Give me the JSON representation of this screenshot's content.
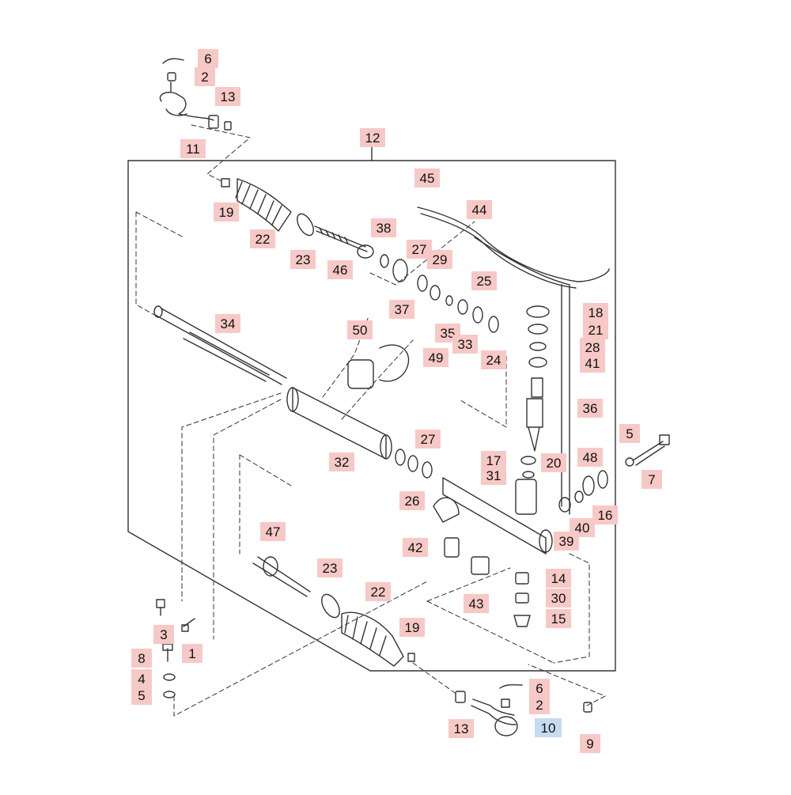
{
  "colors": {
    "callout_bg": "#f7c9c6",
    "selected_callout_bg": "#c5dbf1",
    "line": "#333333"
  },
  "callouts": [
    {
      "id": "c6a",
      "text": "6"
    },
    {
      "id": "c2a",
      "text": "2"
    },
    {
      "id": "c13a",
      "text": "13"
    },
    {
      "id": "c11",
      "text": "11"
    },
    {
      "id": "c12",
      "text": "12"
    },
    {
      "id": "c45",
      "text": "45"
    },
    {
      "id": "c44",
      "text": "44"
    },
    {
      "id": "c19a",
      "text": "19"
    },
    {
      "id": "c22a",
      "text": "22"
    },
    {
      "id": "c23a",
      "text": "23"
    },
    {
      "id": "c46",
      "text": "46"
    },
    {
      "id": "c38",
      "text": "38"
    },
    {
      "id": "c27a",
      "text": "27"
    },
    {
      "id": "c29",
      "text": "29"
    },
    {
      "id": "c37",
      "text": "37"
    },
    {
      "id": "c25",
      "text": "25"
    },
    {
      "id": "c35",
      "text": "35"
    },
    {
      "id": "c33",
      "text": "33"
    },
    {
      "id": "c24",
      "text": "24"
    },
    {
      "id": "c18",
      "text": "18"
    },
    {
      "id": "c21",
      "text": "21"
    },
    {
      "id": "c28",
      "text": "28"
    },
    {
      "id": "c41",
      "text": "41"
    },
    {
      "id": "c34",
      "text": "34"
    },
    {
      "id": "c50",
      "text": "50"
    },
    {
      "id": "c49",
      "text": "49"
    },
    {
      "id": "c36",
      "text": "36"
    },
    {
      "id": "c5a",
      "text": "5"
    },
    {
      "id": "c7",
      "text": "7"
    },
    {
      "id": "c27b",
      "text": "27"
    },
    {
      "id": "c32",
      "text": "32"
    },
    {
      "id": "c26",
      "text": "26"
    },
    {
      "id": "c17",
      "text": "17"
    },
    {
      "id": "c31",
      "text": "31"
    },
    {
      "id": "c20",
      "text": "20"
    },
    {
      "id": "c48",
      "text": "48"
    },
    {
      "id": "c16",
      "text": "16"
    },
    {
      "id": "c40",
      "text": "40"
    },
    {
      "id": "c39",
      "text": "39"
    },
    {
      "id": "c42",
      "text": "42"
    },
    {
      "id": "c47",
      "text": "47"
    },
    {
      "id": "c23b",
      "text": "23"
    },
    {
      "id": "c22b",
      "text": "22"
    },
    {
      "id": "c14",
      "text": "14"
    },
    {
      "id": "c30",
      "text": "30"
    },
    {
      "id": "c15",
      "text": "15"
    },
    {
      "id": "c43",
      "text": "43"
    },
    {
      "id": "c3",
      "text": "3"
    },
    {
      "id": "c1",
      "text": "1"
    },
    {
      "id": "c8",
      "text": "8"
    },
    {
      "id": "c4",
      "text": "4"
    },
    {
      "id": "c5b",
      "text": "5"
    },
    {
      "id": "c19b",
      "text": "19"
    },
    {
      "id": "c6b",
      "text": "6"
    },
    {
      "id": "c2b",
      "text": "2"
    },
    {
      "id": "c13b",
      "text": "13"
    },
    {
      "id": "c10",
      "text": "10",
      "selected": true
    },
    {
      "id": "c9",
      "text": "9"
    }
  ]
}
